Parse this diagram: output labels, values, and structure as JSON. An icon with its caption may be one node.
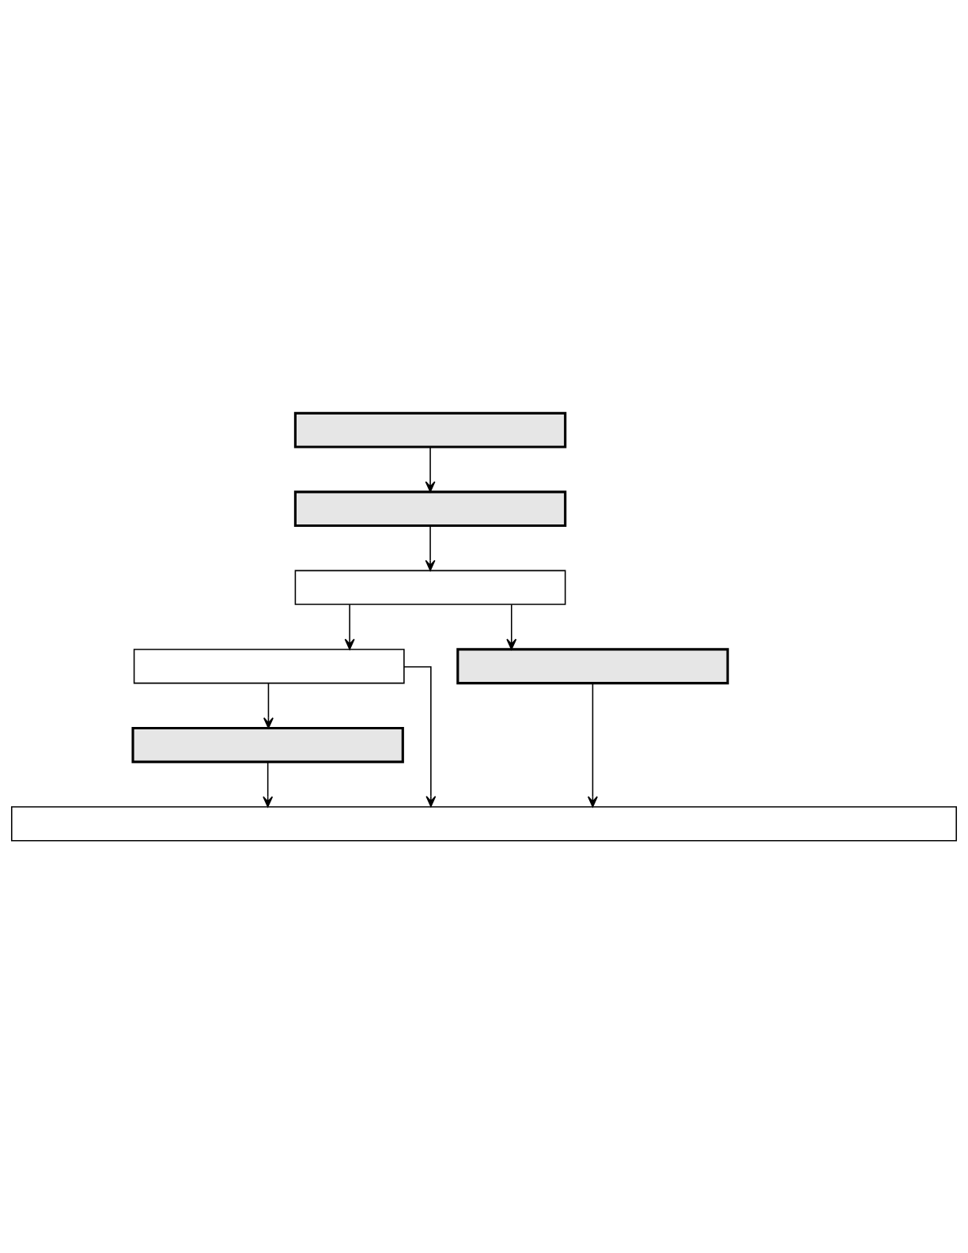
{
  "diagram": {
    "nodes": [
      {
        "text": [],
        "shape": "box"
      },
      {
        "text": [],
        "shape": "box"
      },
      {
        "text": [],
        "shape": "box"
      },
      {
        "text": [],
        "shape": "box"
      },
      {
        "text": [],
        "shape": "box"
      },
      {
        "text": [],
        "shape": "box"
      },
      {
        "text": [],
        "shape": "box"
      }
    ],
    "edges": [
      {
        "from": 0,
        "to": 1,
        "arrow": "to"
      },
      {
        "from": 1,
        "to": 2,
        "arrow": "to"
      },
      {
        "from": 2,
        "to": 3,
        "arrow": "to"
      },
      {
        "from": 2,
        "to": 4,
        "arrow": "to"
      },
      {
        "from": 3,
        "to": 5,
        "arrow": "to"
      },
      {
        "from": 3,
        "to": 6,
        "arrow": "to"
      },
      {
        "from": 4,
        "to": 6,
        "arrow": "to"
      },
      {
        "from": 5,
        "to": 6,
        "arrow": "to"
      }
    ]
  }
}
